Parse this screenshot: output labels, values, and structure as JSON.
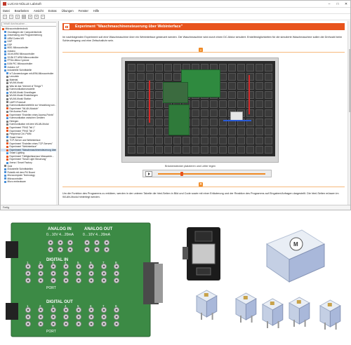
{
  "window": {
    "title": "LUCAS-NÜLLE LabSoft",
    "controls": [
      "–",
      "□",
      "✕"
    ]
  },
  "menu": [
    "Datei",
    "Bearbeiten",
    "Ansicht",
    "Extras",
    "Übungen",
    "Fenster",
    "Hilfe"
  ],
  "sidebar": {
    "search_placeholder": "Inhalt durchsuchen ...",
    "items": [
      {
        "label": "Mikrocontrollertechnik",
        "color": "#e8531c",
        "sel": false
      },
      {
        "label": "Grundlagen der Computertechnik",
        "color": "#4a90d9",
        "sel": false
      },
      {
        "label": "Anwendung und Programmierung",
        "color": "#4a90d9",
        "sel": false
      },
      {
        "label": "ARM Cortex M3",
        "color": "#4a90d9",
        "sel": false
      },
      {
        "label": "DSP",
        "color": "#4a90d9",
        "sel": false
      },
      {
        "label": "ESP",
        "color": "#4a90d9",
        "sel": false
      },
      {
        "label": "8051 Mikrocontroller",
        "color": "#4a90d9",
        "sel": false
      },
      {
        "label": "Arduino",
        "color": "#4a90d9",
        "sel": false
      },
      {
        "label": "16-bit ARM Mikrocontroller",
        "color": "#4a90d9",
        "sel": false
      },
      {
        "label": "32-Bit ST ARM Mikrocontroller",
        "color": "#4a90d9",
        "sel": false
      },
      {
        "label": "FPGA-Mikro Cyclone",
        "color": "#4a90d9",
        "sel": false
      },
      {
        "label": "8-Bit PIC Mikrocontroller",
        "color": "#4a90d9",
        "sel": false
      },
      {
        "label": "Arduino IoT",
        "color": "#4a90d9",
        "sel": false
      },
      {
        "label": "Industrielle Schnittstelle",
        "color": "#4a90d9",
        "sel": false
      },
      {
        "label": "IoT-Anwendungen mit ARM-Mikrocontroller",
        "color": "#4a90d9",
        "sel": false
      },
      {
        "label": "Lernziele",
        "color": "#7a7a7a",
        "sel": false
      },
      {
        "label": "Material",
        "color": "#7a7a7a",
        "sel": false
      },
      {
        "label": "WLAN-Modul",
        "color": "#7a7a7a",
        "sel": false
      },
      {
        "label": "Was ist das \"Internet of Things\"?",
        "color": "#7a7a7a",
        "sel": false
      },
      {
        "label": "Kommunikationsmodelle",
        "color": "#7a7a7a",
        "sel": false
      },
      {
        "label": "WLAN-Modul Grundlagen",
        "color": "#4a90d9",
        "sel": false
      },
      {
        "label": "WLAN-Modul Einstellungen",
        "color": "#7a7a7a",
        "sel": false
      },
      {
        "label": "WLAN-Modul Station",
        "color": "#7a7a7a",
        "sel": false
      },
      {
        "label": "UART-Protokoll",
        "color": "#7a7a7a",
        "sel": false
      },
      {
        "label": "Kommunikationsbefehle zur Verwaltung von ...",
        "color": "#7a7a7a",
        "sel": false
      },
      {
        "label": "Experiment \"WLAN-Module\"",
        "color": "#e8531c",
        "sel": false
      },
      {
        "label": "Die Access-Point",
        "color": "#7a7a7a",
        "sel": false
      },
      {
        "label": "Experiment \"Erstellen eines Access-Points\"",
        "color": "#e8531c",
        "sel": false
      },
      {
        "label": "Kommunikation zwischen Geräten",
        "color": "#4a90d9",
        "sel": false
      },
      {
        "label": "Einlegen",
        "color": "#7a7a7a",
        "sel": false
      },
      {
        "label": "Kommunikation mit dem WLAN-Modul",
        "color": "#7a7a7a",
        "sel": false
      },
      {
        "label": "Experiment \"PING Teil 1\"",
        "color": "#e8531c",
        "sel": false
      },
      {
        "label": "Experiment \"PING Teil 2\"",
        "color": "#e8531c",
        "sel": false
      },
      {
        "label": "Peripheral Ctrl. PWM",
        "color": "#7a7a7a",
        "sel": false
      },
      {
        "label": "Smart Home",
        "color": "#4a90d9",
        "sel": false
      },
      {
        "label": "TCP-Server und Webinterface",
        "color": "#7a7a7a",
        "sel": false
      },
      {
        "label": "Experiment \"Erstellen eines TCP-Servers\"",
        "color": "#e8531c",
        "sel": false
      },
      {
        "label": "Experiment \"Webinterface\"",
        "color": "#e8531c",
        "sel": false
      },
      {
        "label": "Experiment \"Waschmaschinensteuerung über ...",
        "color": "#e8531c",
        "sel": true
      },
      {
        "label": "Smart Lighting",
        "color": "#4a90d9",
        "sel": false
      },
      {
        "label": "Experiment \"Helligkeitssensor Messwerte...",
        "color": "#e8531c",
        "sel": false
      },
      {
        "label": "Experiment \"Smart Light Steuerung\"",
        "color": "#e8531c",
        "sel": false
      },
      {
        "label": "Arena / Smart Factory",
        "color": "#4a90d9",
        "sel": false
      },
      {
        "label": "Quiz",
        "color": "#7a7a7a",
        "sel": false
      },
      {
        "label": "Industrielle Schnittstellen",
        "color": "#4a90d9",
        "sel": false
      },
      {
        "label": "Robotik mit dem Pi4 Board",
        "color": "#4a90d9",
        "sel": false
      },
      {
        "label": "Microcomputer Technology",
        "color": "#4a90d9",
        "sel": false
      },
      {
        "label": "Mikrocontroller",
        "color": "#4a90d9",
        "sel": false
      },
      {
        "label": "Micro embedware",
        "color": "#4a90d9",
        "sel": false
      }
    ]
  },
  "status": {
    "text": "Fertig"
  },
  "content": {
    "title": "Experiment \"Waschmaschinensteuerung über Webinterface\"",
    "description": "Im nachfolgenden Experiment soll eine Waschmaschine über ein Webinterface gesteuert werden. Die Waschmaschine wird durch einen DC-Motor simuliert. Erstelltmöglichkeiten für die simulierte Waschmaschine sollen die Drehzahl beim Schleudergang und eine Zeitschaltuhr sein.",
    "sim_caption": "Brückenstecker platzieren und Leiter legen",
    "bottom_text": "Um die Funktion des Programms zu erklären, werden in der unteren Tabelle die html-Seiten in Bild und Code sowie mit einer Erläuterung und der Reaktion des Programms auf Eingaben/Anfragen dargestellt. Die html-Seiten müssen im WLAN-Modul hinterlegt werden."
  },
  "player": {
    "progress": 0.21
  },
  "photo_io": {
    "analog_in": "ANALOG IN",
    "analog_out": "ANALOG OUT",
    "range_in": "0…10V  4…20mA",
    "range_out": "0…10V  4…20mA",
    "digital_in": "DIGITAL IN",
    "digital_out": "DIGITAL OUT",
    "port": "PORT",
    "port2": "PORT",
    "bits": [
      "1",
      "2",
      "3",
      "4",
      "5",
      "6",
      "7",
      "8"
    ]
  }
}
